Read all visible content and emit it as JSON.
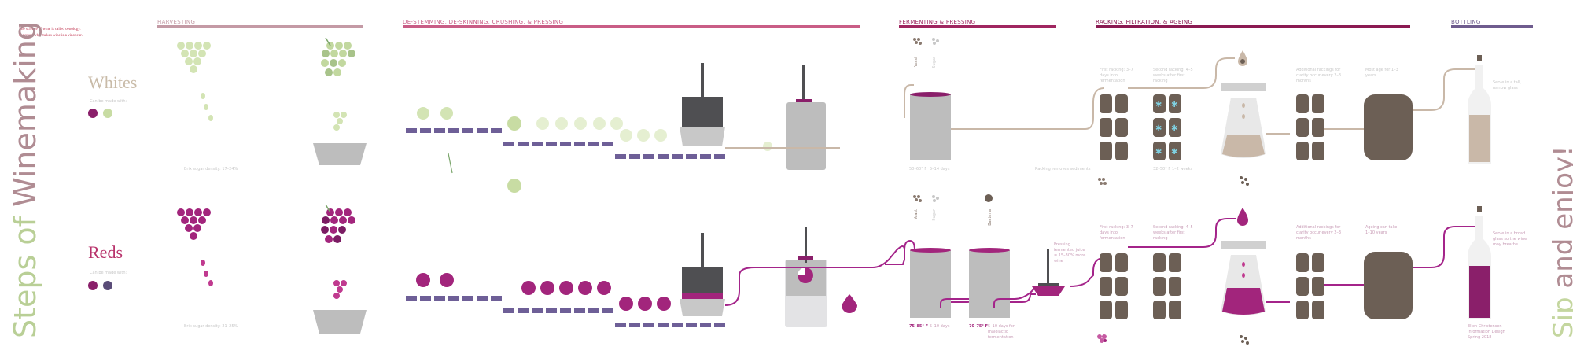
{
  "intro": {
    "line1": "The science of wine is called oenology.",
    "line2": "A person who makes wine is a vinoxeur."
  },
  "sections": [
    {
      "label": "HARVESTING",
      "color": "#c49aa5"
    },
    {
      "label": "DE-STEMMING, DE-SKINNING, CRUSHING, & PRESSING",
      "color": "#c95d86"
    },
    {
      "label": "FERMENTING & PRESSING",
      "color": "#a02660"
    },
    {
      "label": "RACKING, FILTRATION, & AGEING",
      "color": "#8b1a52"
    },
    {
      "label": "BOTTLING",
      "color": "#6f5c8e"
    }
  ],
  "side": {
    "left_a": "Steps of ",
    "left_b": "Winemaking",
    "right_a": "Sip ",
    "right_b": "and enjoy!"
  },
  "whites": {
    "title": "Whites",
    "color_label": "Can be made with:",
    "sugar": "Brix sugar density: 17–24%",
    "ferment_temp": "50–60° F",
    "ferment_days": "5–14 days",
    "racking_note": "Racking removes sediments",
    "temp2": "32–50° F",
    "temp2_days": "1–2 weeks",
    "first_racking": "First racking: 3–7 days into fermentation",
    "second_racking": "Second racking: 4–5 weeks after first racking",
    "additional": "Additional rackings for clarity occur every 2–3 months",
    "age": "Most age for 1–3 years",
    "serve": "Serve in a tall, narrow glass",
    "yeast": "Yeast",
    "sugar_label": "Sugar"
  },
  "reds": {
    "title": "Reds",
    "color_label": "Can be made with:",
    "sugar": "Brix sugar density: 21–25%",
    "ferment_temp": "75–85° F",
    "ferment_days": "5–10 days",
    "temp_b": "70–75° F",
    "temp_b_days": "5–10 days for malolactic fermentation",
    "pressing": "Pressing fermented juice = 15–30% more wine",
    "first_racking": "First racking: 3–7 days into fermentation",
    "second_racking": "Second racking: 4–5 weeks after first racking",
    "additional": "Additional rackings for clarity occur every 2–3 months",
    "age": "Ageing can take 1–10 years",
    "serve": "Serve in a broad glass so the wine may breathe",
    "yeast": "Yeast",
    "sugar_label": "Sugar",
    "bacteria": "Bacteria"
  },
  "credits": {
    "l1": "Ellen Christensen",
    "l2": "Information Design",
    "l3": "Spring 2018"
  },
  "colors": {
    "white_grape": "#d3e4b4",
    "white_grape_dark": "#a8c38a",
    "red_grape": "#a2257c",
    "red_grape_mid": "#c65aa2",
    "conveyor": "#6e5f97",
    "barrel": "#6c5f55",
    "tank": "#bdbdbd",
    "tank_light": "#e3e3e5",
    "pipe_white": "#c9b8a8",
    "pipe_red": "#a4248a",
    "press_dark": "#4f4f52",
    "snow": "#7fd1e2"
  }
}
